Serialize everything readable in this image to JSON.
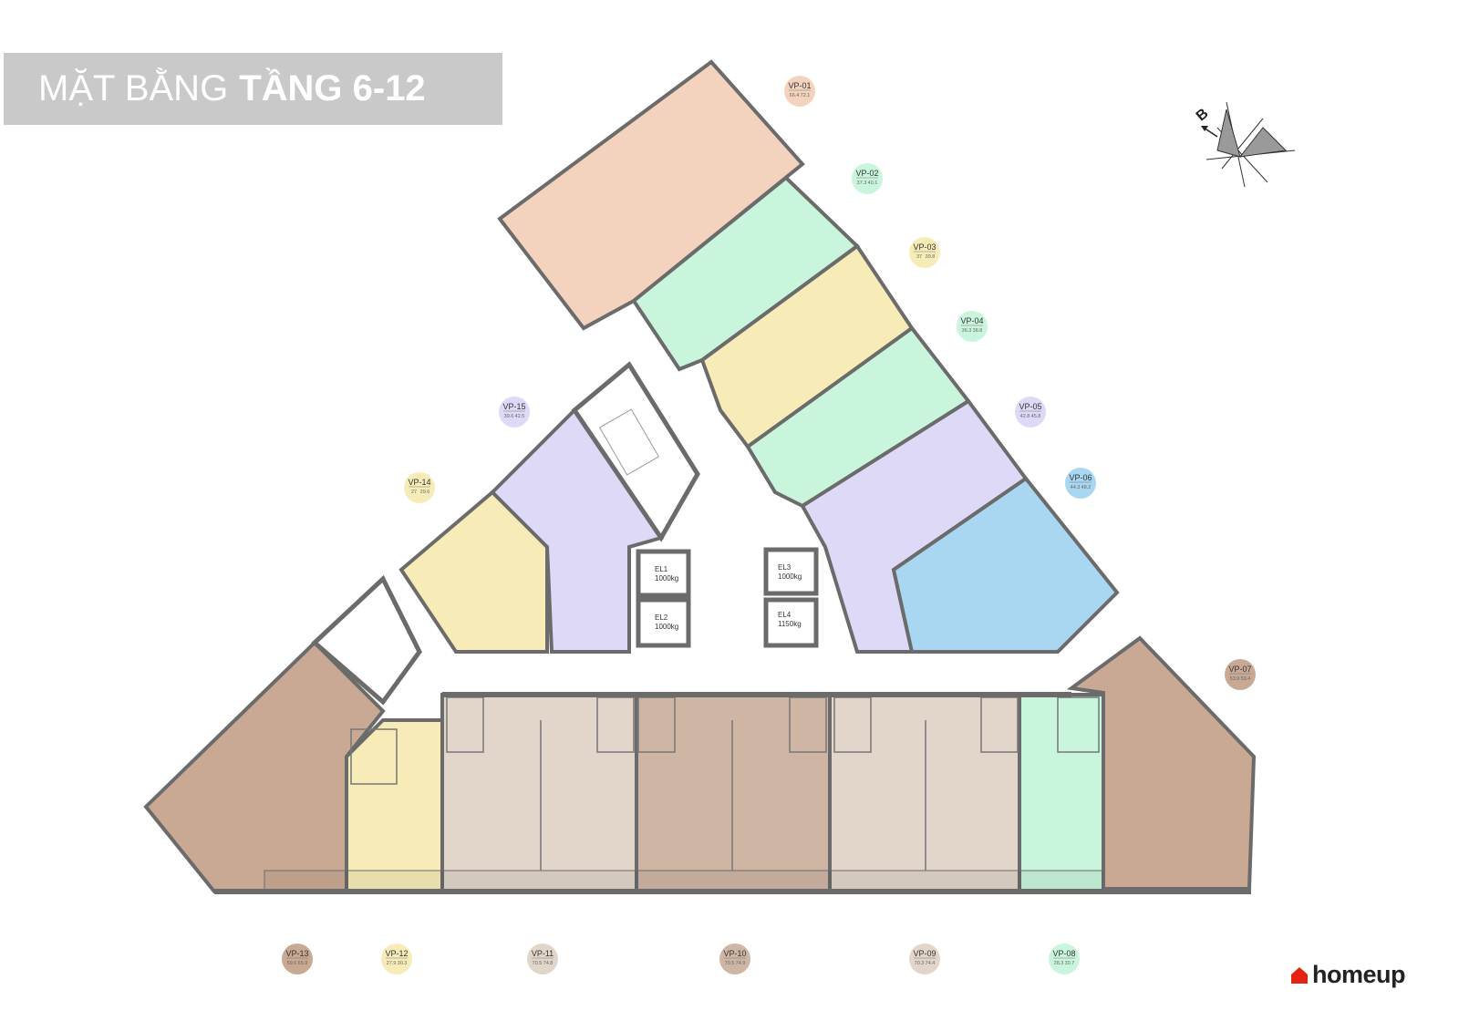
{
  "title": {
    "light": "MẶT BẰNG",
    "bold": "TẦNG 6-12"
  },
  "compass": {
    "label": "B",
    "icon": "compass-rose-icon"
  },
  "logo": {
    "text": "homeup",
    "color": "#e42313"
  },
  "units": [
    {
      "name": "VP-01",
      "area_a": "66.4",
      "area_b": "72.1",
      "color": "#f3d3bd"
    },
    {
      "name": "VP-02",
      "area_a": "37.3",
      "area_b": "40.1",
      "color": "#c9f5dc"
    },
    {
      "name": "VP-03",
      "area_a": "37",
      "area_b": "39.8",
      "color": "#f7ecb8"
    },
    {
      "name": "VP-04",
      "area_a": "36.3",
      "area_b": "38.8",
      "color": "#c9f5dc"
    },
    {
      "name": "VP-05",
      "area_a": "42.8",
      "area_b": "45.8",
      "color": "#ddd9f6"
    },
    {
      "name": "VP-06",
      "area_a": "44.3",
      "area_b": "48.2",
      "color": "#a9d7f2"
    },
    {
      "name": "VP-07",
      "area_a": "53.9",
      "area_b": "59.4",
      "color": "#c9a993"
    },
    {
      "name": "VP-08",
      "area_a": "28.3",
      "area_b": "30.7",
      "color": "#c9f5dc"
    },
    {
      "name": "VP-09",
      "area_a": "70.3",
      "area_b": "74.4",
      "color": "#e2d6cb"
    },
    {
      "name": "VP-10",
      "area_a": "70.5",
      "area_b": "74.9",
      "color": "#cfb6a4"
    },
    {
      "name": "VP-11",
      "area_a": "70.5",
      "area_b": "74.8",
      "color": "#e2d6cb"
    },
    {
      "name": "VP-12",
      "area_a": "27.9",
      "area_b": "30.3",
      "color": "#f7ecb8"
    },
    {
      "name": "VP-13",
      "area_a": "59.6",
      "area_b": "65.9",
      "color": "#c9a993"
    },
    {
      "name": "VP-14",
      "area_a": "27",
      "area_b": "29.6",
      "color": "#f7ecb8"
    },
    {
      "name": "VP-15",
      "area_a": "39.6",
      "area_b": "42.5",
      "color": "#ddd9f6"
    }
  ],
  "elevators": [
    {
      "name": "EL1",
      "capacity": "1000kg"
    },
    {
      "name": "EL2",
      "capacity": "1000kg"
    },
    {
      "name": "EL3",
      "capacity": "1000kg"
    },
    {
      "name": "EL4",
      "capacity": "1150kg"
    }
  ]
}
